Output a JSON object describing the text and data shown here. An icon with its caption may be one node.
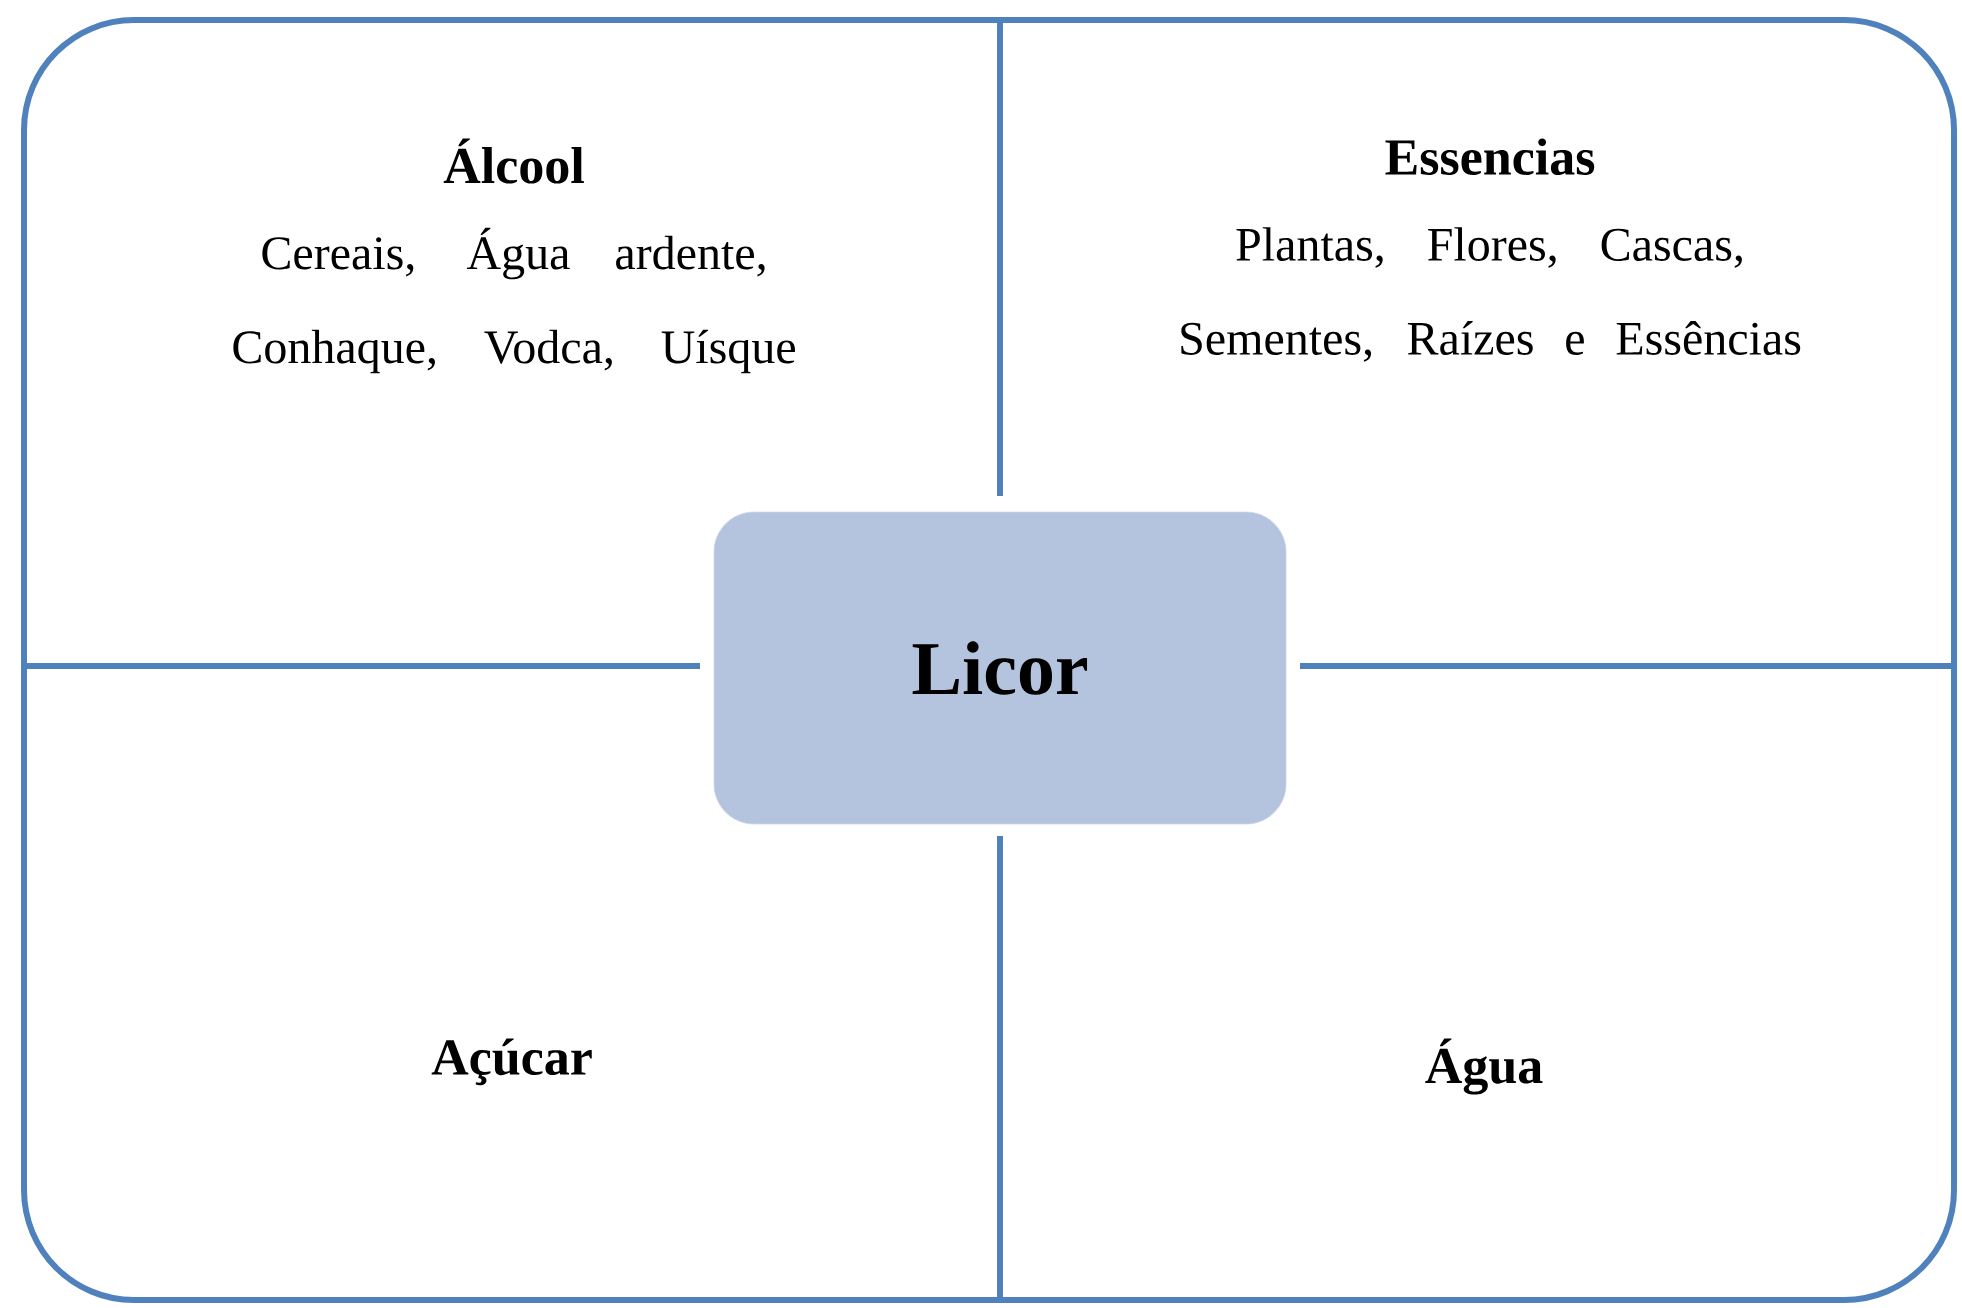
{
  "diagram": {
    "nodes": [
      {
        "text": [
          "Álcool",
          "Cereais, Água ardente, Conhaque, Vodca, Uísque"
        ]
      },
      {
        "text": [
          "Essencias",
          "Plantas, Flores, Cascas, Sementes, Raízes e Essências"
        ]
      },
      {
        "text": [
          "Açúcar"
        ]
      },
      {
        "text": [
          "Água"
        ]
      },
      {
        "text": [
          "Licor"
        ]
      }
    ]
  }
}
